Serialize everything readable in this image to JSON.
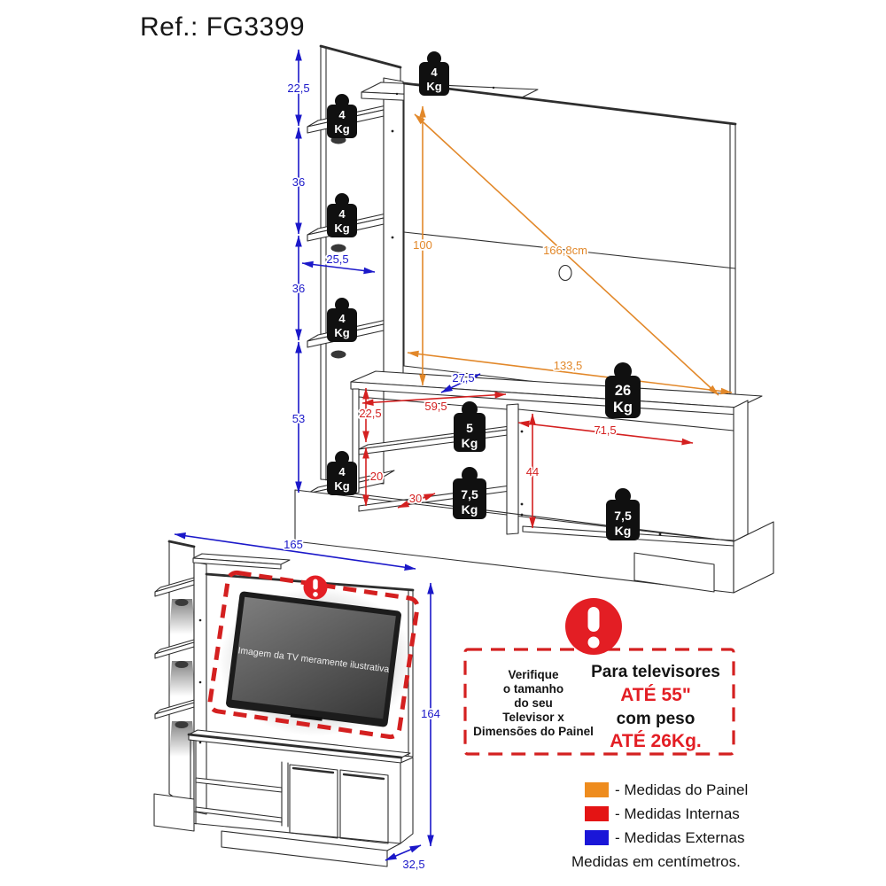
{
  "title": "Ref.: FG3399",
  "colors": {
    "external_dims": "#1b18c9",
    "internal_dims": "#d42020",
    "panel_dims": "#e2882a",
    "warning": "#e31e24"
  },
  "main_view": {
    "external": {
      "top_gap": "22,5",
      "gap_a": "36",
      "gap_b": "36",
      "bottom_gap": "53",
      "shelf_width": "25,5",
      "top_depth": "27,5"
    },
    "panel": {
      "tv_height": "100",
      "tv_diagonal": "166,8cm",
      "tv_width": "133,5"
    },
    "internal": {
      "left_width": "59,5",
      "upper_h": "22,5",
      "lower_h": "20",
      "depth": "30",
      "right_h": "44",
      "right_width": "71,5"
    },
    "weights": [
      {
        "v": "4",
        "u": "Kg"
      },
      {
        "v": "4",
        "u": "Kg"
      },
      {
        "v": "4",
        "u": "Kg"
      },
      {
        "v": "4",
        "u": "Kg"
      },
      {
        "v": "4",
        "u": "Kg"
      },
      {
        "v": "26",
        "u": "Kg"
      },
      {
        "v": "5",
        "u": "Kg"
      },
      {
        "v": "7,5",
        "u": "Kg"
      },
      {
        "v": "7,5",
        "u": "Kg"
      }
    ]
  },
  "front_view": {
    "width": "165",
    "height": "164",
    "depth": "32,5",
    "tv_caption": "Imagem da TV meramente ilustrativa"
  },
  "warning_box": {
    "icon": "exclamation-circle",
    "left": [
      "Verifique",
      "o tamanho",
      "do seu",
      "Televisor x",
      "Dimensões do Painel"
    ],
    "right": [
      "Para televisores",
      "ATÉ 55\"",
      "com peso",
      "ATÉ 26Kg."
    ]
  },
  "legend": {
    "items": [
      {
        "swatch": "#ee8c1e",
        "label": "- Medidas do Painel"
      },
      {
        "swatch": "#e41414",
        "label": "- Medidas Internas"
      },
      {
        "swatch": "#1a16d8",
        "label": "- Medidas Externas"
      }
    ],
    "note": "Medidas em centímetros."
  }
}
